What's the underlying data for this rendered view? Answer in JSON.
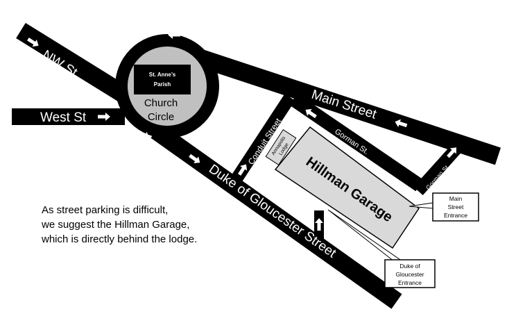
{
  "streets": {
    "nw": "NW St.",
    "west": "West St",
    "main": "Main Street",
    "duke": "Duke of Gloucester Street",
    "conduit": "Conduit Street",
    "gorman": "Gorman St.",
    "gorman_short": "Gorman St."
  },
  "landmarks": {
    "circle_line1": "Church",
    "circle_line2": "Circle",
    "parish_line1": "St. Anne’s",
    "parish_line2": "Parish",
    "lodge_line1": "Annapolis",
    "lodge_line2": "Lodge",
    "garage": "Hillman Garage"
  },
  "callouts": {
    "main_entrance": [
      "Main",
      "Street",
      "Entrance"
    ],
    "duke_entrance": [
      "Duke of",
      "Gloucester",
      "Entrance"
    ]
  },
  "note": [
    "As street parking is difficult,",
    "we suggest the Hillman Garage,",
    "which is directly behind the lodge."
  ],
  "icons": [
    "arrow-icon"
  ],
  "colors": {
    "road": "#000000",
    "circle_fill": "#c0c0c0",
    "garage_fill": "#d9d9d9"
  }
}
